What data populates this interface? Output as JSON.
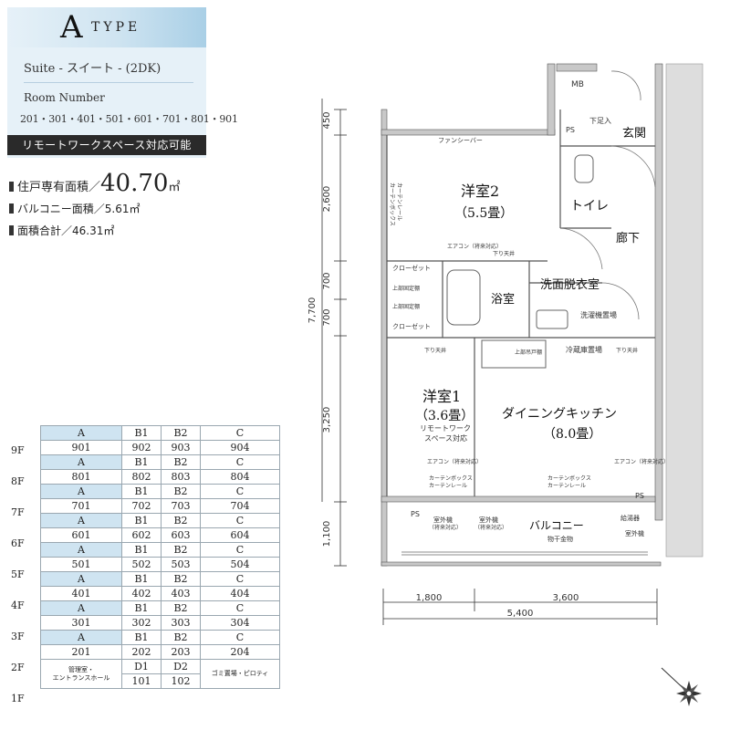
{
  "header": {
    "type_letter": "A",
    "type_word": "TYPE",
    "suite": "Suite - スイート - (2DK)",
    "room_number_label": "Room Number",
    "room_numbers": "201・301・401・501・601・701・801・901",
    "remote_work": "リモートワークスペース対応可能"
  },
  "areas": {
    "exclusive_label": "住戸専有面積／",
    "exclusive_value": "40.70",
    "exclusive_unit": "㎡",
    "balcony": "バルコニー面積／5.61㎡",
    "total": "面積合計／46.31㎡"
  },
  "floor_table": {
    "rows": [
      {
        "floor": "9F",
        "labels": [
          "A",
          "B1",
          "B2",
          "C"
        ],
        "units": [
          "901",
          "902",
          "903",
          "904"
        ]
      },
      {
        "floor": "8F",
        "labels": [
          "A",
          "B1",
          "B2",
          "C"
        ],
        "units": [
          "801",
          "802",
          "803",
          "804"
        ]
      },
      {
        "floor": "7F",
        "labels": [
          "A",
          "B1",
          "B2",
          "C"
        ],
        "units": [
          "701",
          "702",
          "703",
          "704"
        ]
      },
      {
        "floor": "6F",
        "labels": [
          "A",
          "B1",
          "B2",
          "C"
        ],
        "units": [
          "601",
          "602",
          "603",
          "604"
        ]
      },
      {
        "floor": "5F",
        "labels": [
          "A",
          "B1",
          "B2",
          "C"
        ],
        "units": [
          "501",
          "502",
          "503",
          "504"
        ]
      },
      {
        "floor": "4F",
        "labels": [
          "A",
          "B1",
          "B2",
          "C"
        ],
        "units": [
          "401",
          "402",
          "403",
          "404"
        ]
      },
      {
        "floor": "3F",
        "labels": [
          "A",
          "B1",
          "B2",
          "C"
        ],
        "units": [
          "301",
          "302",
          "303",
          "304"
        ]
      },
      {
        "floor": "2F",
        "labels": [
          "A",
          "B1",
          "B2",
          "C"
        ],
        "units": [
          "201",
          "202",
          "203",
          "204"
        ]
      }
    ],
    "first_floor": {
      "floor": "1F",
      "mgmt": "管理室・",
      "entrance": "エントランスホール",
      "labels": [
        "D1",
        "D2"
      ],
      "units": [
        "101",
        "102"
      ],
      "trash": "ゴミ置場・ピロティ"
    }
  },
  "plan": {
    "mb": "MB",
    "ps": "PS",
    "shoe": "下足入",
    "genkan": "玄関",
    "toilet": "トイレ",
    "upper_shelf": "上部吊戸棚",
    "youshitsu2": "洋室2",
    "youshitsu2_size": "（5.5畳）",
    "rouka": "廊下",
    "fan_shibar": "ファンシーバー",
    "curtain_box": "カーテンボックス",
    "curtain_rail": "カーテンレール",
    "aircon": "エアコン（将来対応）",
    "sagari": "下り天井",
    "closet": "クローゼット",
    "upper_fixed": "上部固定棚",
    "bath": "浴室",
    "senmen": "洗面脱衣室",
    "washer": "洗濯機置場",
    "fridge": "冷蔵庫置場",
    "upper_cab": "上部吊戸棚",
    "youshitsu1": "洋室1",
    "youshitsu1_size": "（3.6畳）",
    "remote1": "リモートワーク",
    "remote2": "スペース対応",
    "dk": "ダイニングキッチン",
    "dk_size": "（8.0畳）",
    "balcony": "バルコニー",
    "monohoshi": "物干金物",
    "outdoor1": "室外機",
    "outdoor2": "（将来対応）",
    "kyutouki": "給湯器",
    "outdoor": "室外機",
    "dims_v": [
      "450",
      "2,600",
      "700",
      "700",
      "3,250",
      "1,100"
    ],
    "dim_total_v": "7,700",
    "dims_h": [
      "1,800",
      "3,600"
    ],
    "dim_total_h": "5,400"
  }
}
